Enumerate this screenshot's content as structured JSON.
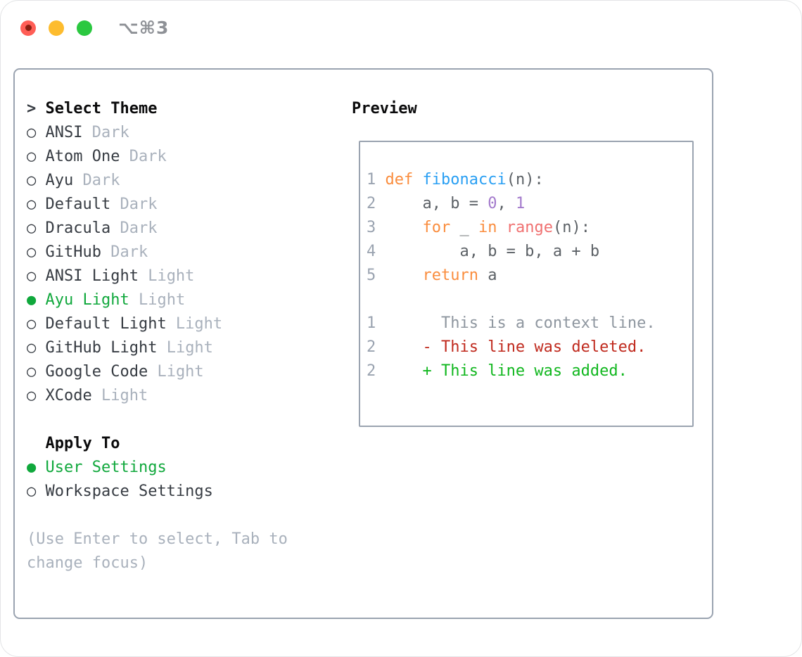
{
  "window": {
    "title": "⌥⌘3"
  },
  "icons": {
    "focus_caret": ">",
    "radio_unselected": "○",
    "radio_selected": "●"
  },
  "left": {
    "header": {
      "prefix": "> ",
      "label": "Select Theme"
    },
    "themes": [
      {
        "name": "ANSI",
        "variant": "Dark",
        "selected": false
      },
      {
        "name": "Atom One",
        "variant": "Dark",
        "selected": false
      },
      {
        "name": "Ayu",
        "variant": "Dark",
        "selected": false
      },
      {
        "name": "Default",
        "variant": "Dark",
        "selected": false
      },
      {
        "name": "Dracula",
        "variant": "Dark",
        "selected": false
      },
      {
        "name": "GitHub",
        "variant": "Dark",
        "selected": false
      },
      {
        "name": "ANSI Light",
        "variant": "Light",
        "selected": false
      },
      {
        "name": "Ayu Light",
        "variant": "Light",
        "selected": true
      },
      {
        "name": "Default Light",
        "variant": "Light",
        "selected": false
      },
      {
        "name": "GitHub Light",
        "variant": "Light",
        "selected": false
      },
      {
        "name": "Google Code",
        "variant": "Light",
        "selected": false
      },
      {
        "name": "XCode",
        "variant": "Light",
        "selected": false
      }
    ],
    "apply_to": {
      "header": "Apply To",
      "options": [
        {
          "label": "User Settings",
          "selected": true
        },
        {
          "label": "Workspace Settings",
          "selected": false
        }
      ]
    },
    "hint_lines": [
      "(Use Enter to select, Tab to",
      "change focus)"
    ]
  },
  "preview": {
    "header": "Preview",
    "lines": [
      [
        {
          "s": "1 ",
          "c": "ln"
        },
        {
          "s": "def ",
          "c": "kw"
        },
        {
          "s": "fibonacci",
          "c": "fn"
        },
        {
          "s": "(n):",
          "c": "fg"
        }
      ],
      [
        {
          "s": "2 ",
          "c": "ln"
        },
        {
          "s": "    a, b = ",
          "c": "fg"
        },
        {
          "s": "0",
          "c": "num"
        },
        {
          "s": ", ",
          "c": "fg"
        },
        {
          "s": "1",
          "c": "num"
        }
      ],
      [
        {
          "s": "3 ",
          "c": "ln"
        },
        {
          "s": "    ",
          "c": "fg"
        },
        {
          "s": "for",
          "c": "kw"
        },
        {
          "s": " _ ",
          "c": "fg"
        },
        {
          "s": "in",
          "c": "kw"
        },
        {
          "s": " ",
          "c": "fg"
        },
        {
          "s": "range",
          "c": "call"
        },
        {
          "s": "(n):",
          "c": "fg"
        }
      ],
      [
        {
          "s": "4 ",
          "c": "ln"
        },
        {
          "s": "        a, b = b, a + b",
          "c": "fg"
        }
      ],
      [
        {
          "s": "5 ",
          "c": "ln"
        },
        {
          "s": "    ",
          "c": "fg"
        },
        {
          "s": "return",
          "c": "kw"
        },
        {
          "s": " a",
          "c": "fg"
        }
      ],
      [],
      [
        {
          "s": "1 ",
          "c": "ln"
        },
        {
          "s": "      This is a context line.",
          "c": "ctx"
        }
      ],
      [
        {
          "s": "2 ",
          "c": "ln"
        },
        {
          "s": "    - This line was deleted.",
          "c": "del"
        }
      ],
      [
        {
          "s": "2 ",
          "c": "ln"
        },
        {
          "s": "    + This line was added.",
          "c": "add"
        }
      ]
    ]
  },
  "colors": {
    "accent-green": "#10A83C",
    "text": "#363B42",
    "muted": "#A9B1BC",
    "heading": "#0B0B0C",
    "border": "#9AA3B0",
    "lineno": "#9AA3B0",
    "keyword": "#FA8D3E",
    "function": "#299FF3",
    "number": "#A37ACC",
    "call": "#F07171",
    "code-fg": "#5C6166",
    "context": "#8E969F",
    "deleted": "#C02A1E",
    "added": "#11B71F",
    "traffic-red": "#FF5E56",
    "traffic-red-dot": "#8A1F11",
    "traffic-yellow": "#FDBC2E",
    "traffic-green": "#2BC840",
    "title": "#8E9196"
  }
}
